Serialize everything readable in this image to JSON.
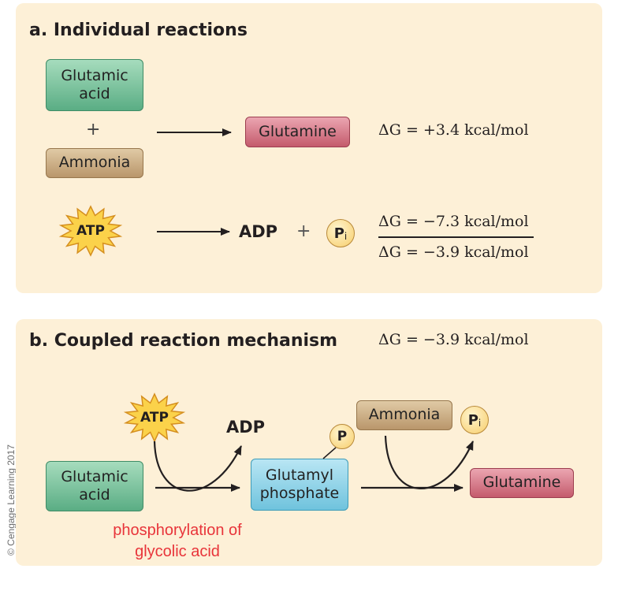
{
  "copyright": "© Cengage Learning 2017",
  "panel_a": {
    "heading": "a. Individual reactions",
    "glutamic_acid": "Glutamic acid",
    "plus": "+",
    "ammonia": "Ammonia",
    "glutamine": "Glutamine",
    "dg_glutamine": "ΔG = +3.4 kcal/mol",
    "atp": "ATP",
    "adp": "ADP",
    "plus2": "+",
    "pi": "P",
    "pi_sub": "i",
    "dg_atp": "ΔG = −7.3 kcal/mol",
    "dg_total": "ΔG = −3.9 kcal/mol"
  },
  "panel_b": {
    "heading": "b. Coupled reaction mechanism",
    "dg": "ΔG = −3.9 kcal/mol",
    "atp": "ATP",
    "adp": "ADP",
    "glutamic_acid": "Glutamic acid",
    "p": "P",
    "glutamyl_phosphate": "Glutamyl phosphate",
    "ammonia": "Ammonia",
    "pi": "P",
    "pi_sub": "i",
    "glutamine": "Glutamine",
    "annotation": "phosphorylation of glycolic acid"
  },
  "colors": {
    "panel": "#fdf0d7",
    "green_box": "#7cc59f",
    "tan_box": "#cdb087",
    "red_box": "#d67b8b",
    "blue_box": "#94d4e8",
    "annotation_red": "#e8343a",
    "atp_star": "#fbd24a"
  },
  "icons": {
    "atp": "starburst",
    "phosphate": "circle"
  }
}
